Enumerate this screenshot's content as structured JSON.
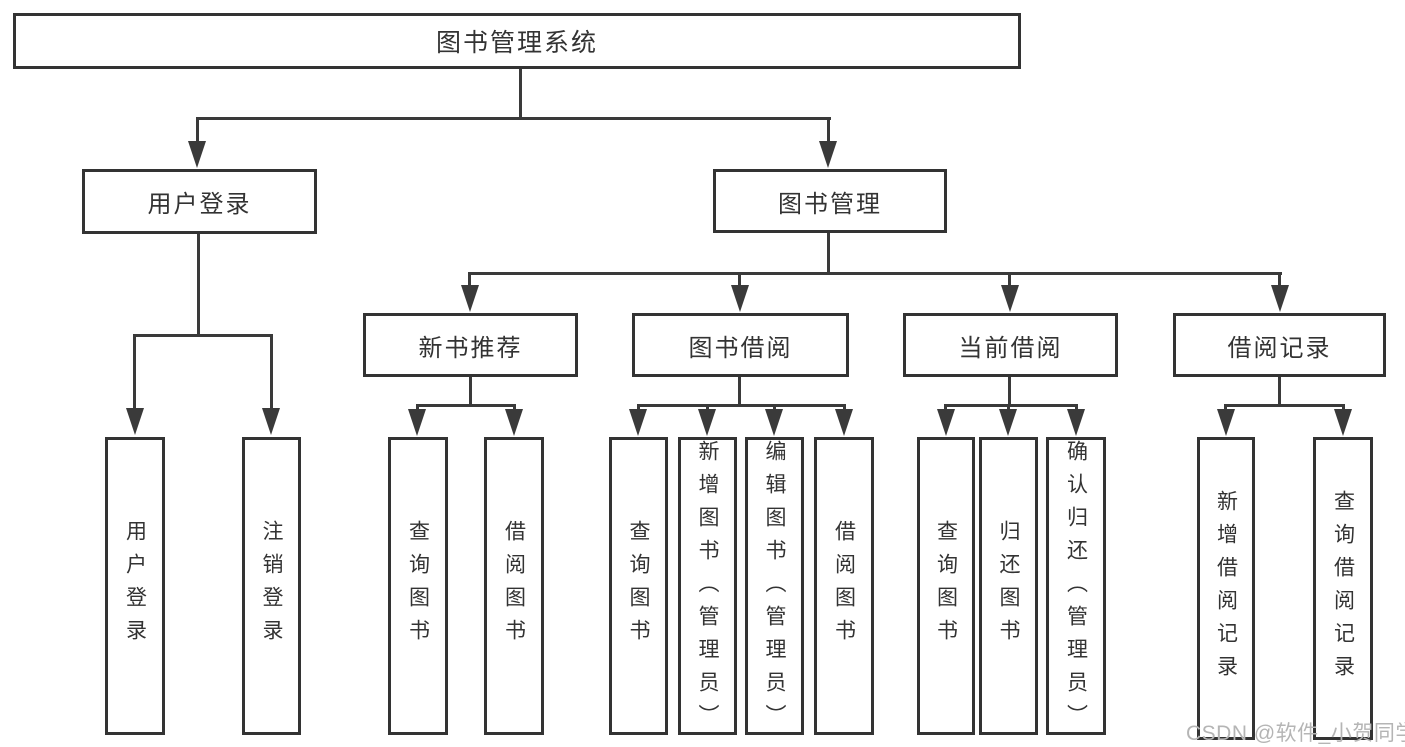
{
  "colors": {
    "line": "#3a3a3a",
    "border": "#333333",
    "text": "#333333",
    "watermark": "#b5b5b5",
    "background": "#ffffff"
  },
  "tree": {
    "root": {
      "label": "图书管理系统",
      "children": [
        {
          "label": "用户登录",
          "children": [
            {
              "label": "用户登录"
            },
            {
              "label": "注销登录"
            }
          ]
        },
        {
          "label": "图书管理",
          "children": [
            {
              "label": "新书推荐",
              "children": [
                {
                  "label": "查询图书"
                },
                {
                  "label": "借阅图书"
                }
              ]
            },
            {
              "label": "图书借阅",
              "children": [
                {
                  "label": "查询图书"
                },
                {
                  "label": "新增图书（管理员）"
                },
                {
                  "label": "编辑图书（管理员）"
                },
                {
                  "label": "借阅图书"
                }
              ]
            },
            {
              "label": "当前借阅",
              "children": [
                {
                  "label": "查询图书"
                },
                {
                  "label": "归还图书"
                },
                {
                  "label": "确认归还（管理员）"
                }
              ]
            },
            {
              "label": "借阅记录",
              "children": [
                {
                  "label": "新增借阅记录"
                },
                {
                  "label": "查询借阅记录"
                }
              ]
            }
          ]
        }
      ]
    }
  },
  "watermark": {
    "text": "CSDN @软件_小贺同学"
  }
}
